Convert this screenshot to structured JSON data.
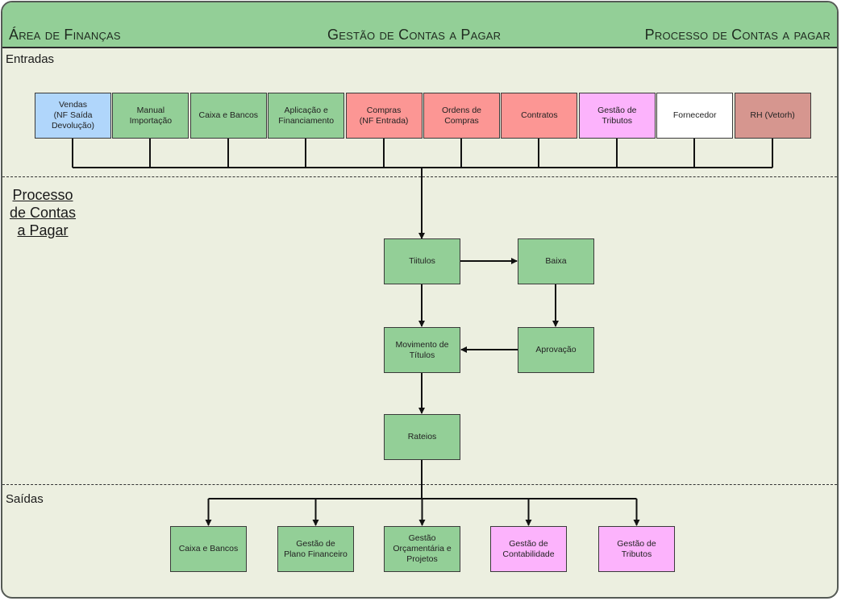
{
  "header": {
    "left_title": "Área de Finanças",
    "center_title": "Gestão de Contas a Pagar",
    "right_title": "Processo de Contas a pagar"
  },
  "sections": {
    "inputs_label": "Entradas",
    "process_label": "Processo de Contas a Pagar",
    "outputs_label": "Saídas"
  },
  "colors": {
    "header_green": "#93cf97",
    "background": "#ecefe0",
    "green": "#93cf97",
    "blue": "#b0d6fb",
    "red": "#fc9694",
    "pink": "#fcb3fc",
    "white": "#ffffff",
    "brownish": "#d6968f"
  },
  "inputs": [
    {
      "label": "Vendas\n(NF Saída\nDevolução)",
      "color": "blue"
    },
    {
      "label": "Manual\nImportação",
      "color": "green"
    },
    {
      "label": "Caixa e Bancos",
      "color": "green"
    },
    {
      "label": "Aplicação e\nFinanciamento",
      "color": "green"
    },
    {
      "label": "Compras\n(NF Entrada)",
      "color": "red"
    },
    {
      "label": "Ordens de\nCompras",
      "color": "red"
    },
    {
      "label": "Contratos",
      "color": "red"
    },
    {
      "label": "Gestão de\nTributos",
      "color": "pink"
    },
    {
      "label": "Fornecedor",
      "color": "white"
    },
    {
      "label": "RH (Vetorh)",
      "color": "brownish"
    }
  ],
  "process": {
    "titulos": "Tiitulos",
    "baixa": "Baixa",
    "movimento": "Movimento de\nTítulos",
    "aprovacao": "Aprovação",
    "rateios": "Rateios"
  },
  "outputs": [
    {
      "label": "Caixa e Bancos",
      "color": "green"
    },
    {
      "label": "Gestão de\nPlano Financeiro",
      "color": "green"
    },
    {
      "label": "Gestão\nOrçamentária e\nProjetos",
      "color": "green"
    },
    {
      "label": "Gestão de\nContabilidade",
      "color": "pink"
    },
    {
      "label": "Gestão de\nTributos",
      "color": "pink"
    }
  ]
}
